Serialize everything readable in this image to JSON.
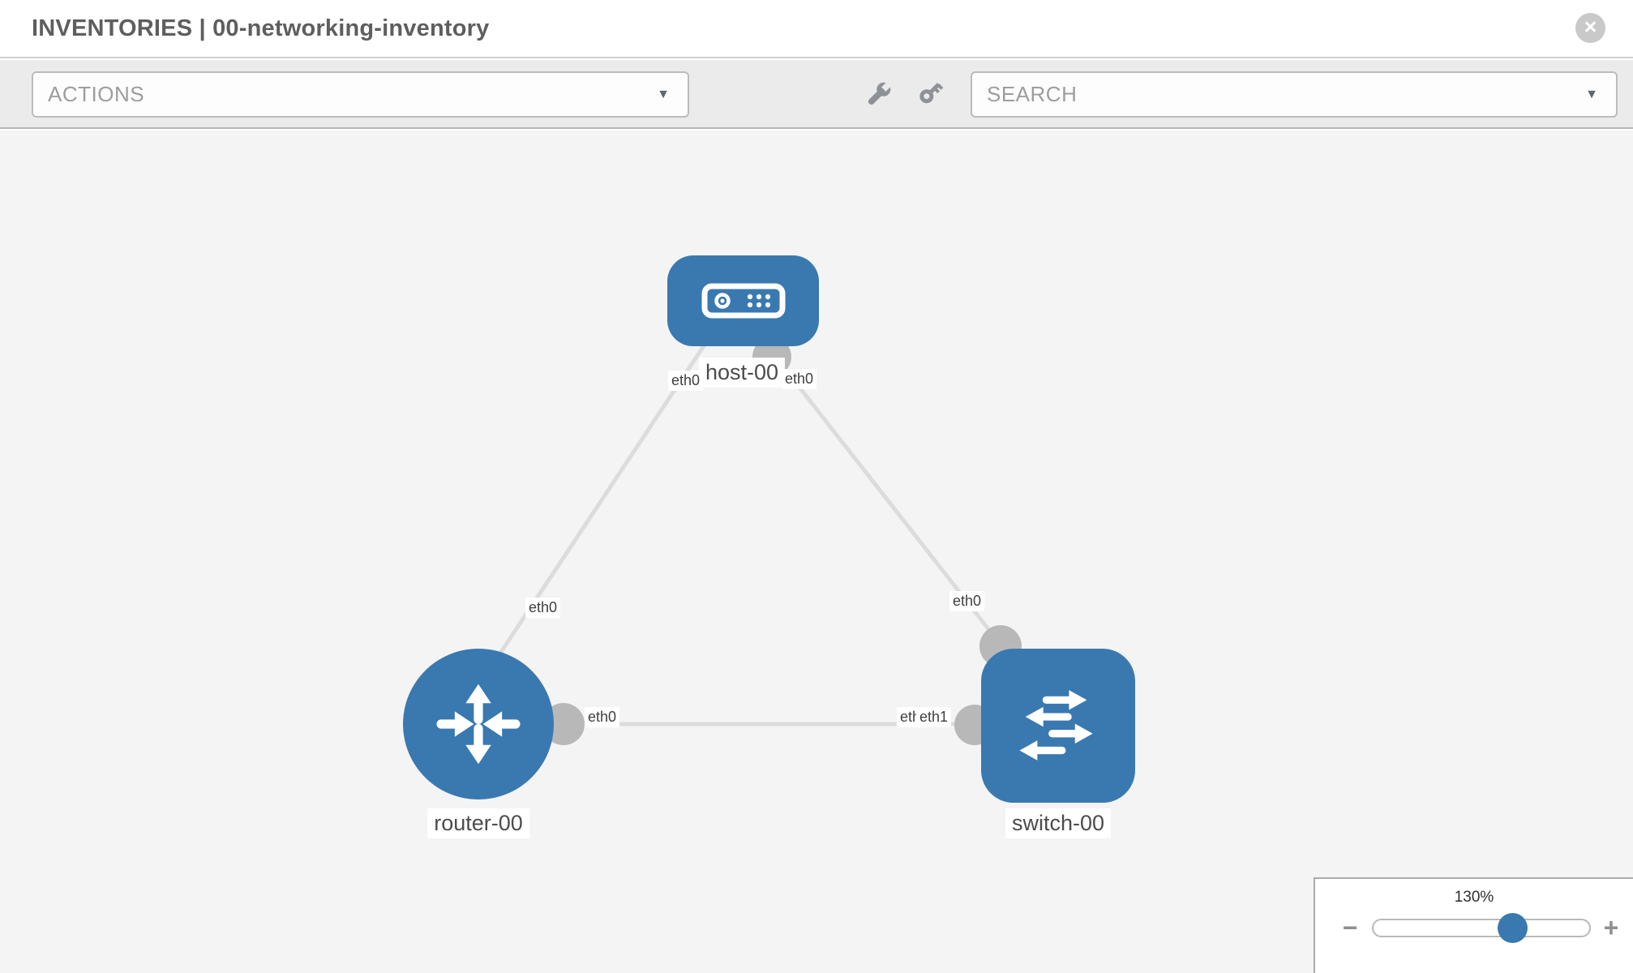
{
  "header": {
    "title": "INVENTORIES | 00-networking-inventory"
  },
  "toolbar": {
    "actions_label": "ACTIONS",
    "search_label": "SEARCH"
  },
  "icons": {
    "caret_down": "▼",
    "close": "×",
    "minus": "−",
    "plus": "+"
  },
  "topology": {
    "nodes": [
      {
        "id": "host-00",
        "type": "host",
        "label": "host-00"
      },
      {
        "id": "router-00",
        "type": "router",
        "label": "router-00"
      },
      {
        "id": "switch-00",
        "type": "switch",
        "label": "switch-00"
      }
    ],
    "links": [
      {
        "source": "host-00",
        "target": "router-00",
        "source_interface": "eth0",
        "target_interface": "eth0"
      },
      {
        "source": "host-00",
        "target": "switch-00",
        "source_interface": "eth0",
        "target_interface": "eth0"
      },
      {
        "source": "router-00",
        "target": "switch-00",
        "source_interface": "eth0",
        "target_interface": "eth1"
      }
    ]
  },
  "zoom_control": {
    "level": "130%"
  },
  "colors": {
    "node_blue": "#3a79b0",
    "link_gray": "#dcdcdc",
    "dot_gray": "#b8b8b8",
    "canvas_bg": "#f4f4f4",
    "toolbar_bg": "#ebebeb"
  }
}
